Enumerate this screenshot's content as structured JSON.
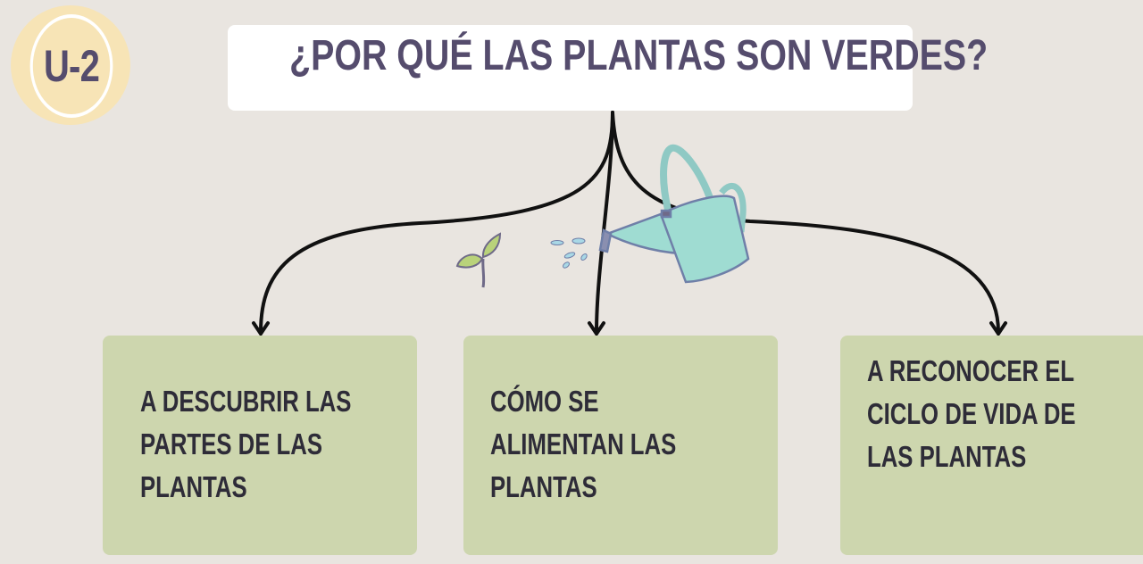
{
  "badge": {
    "label": "U-2"
  },
  "title": "¿POR QUÉ LAS PLANTAS SON VERDES?",
  "boxes": [
    {
      "text": "A descubrir las partes de las plantas"
    },
    {
      "text": "Cómo se alimentan las plantas"
    },
    {
      "text": "A reconocer el ciclo de vida de las plantas"
    }
  ],
  "colors": {
    "text": "#554c6d",
    "badge": "#f7e4b6",
    "box": "#cdd6ae",
    "background": "#e9e5e0",
    "can": "#9fdcd2"
  }
}
